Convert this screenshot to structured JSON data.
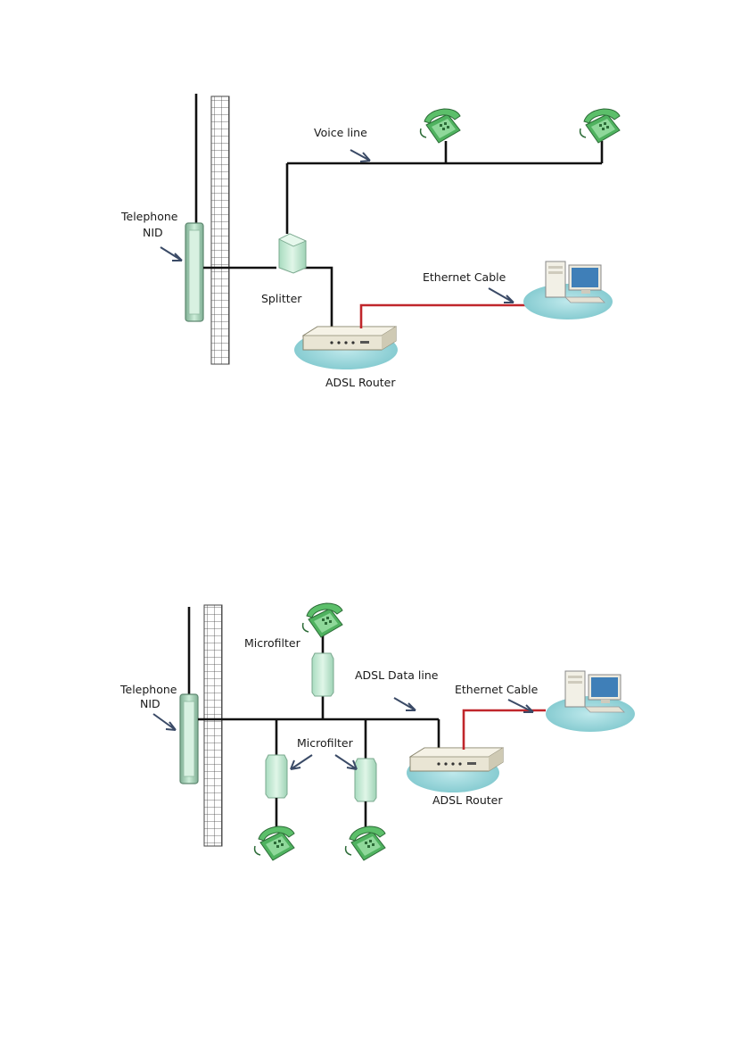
{
  "diagram_top": {
    "labels": {
      "voice_line": "Voice line",
      "telephone_nid_1": "Telephone",
      "telephone_nid_2": "NID",
      "splitter": "Splitter",
      "ethernet_cable": "Ethernet Cable",
      "adsl_router": "ADSL Router"
    }
  },
  "diagram_bottom": {
    "labels": {
      "microfilter_top": "Microfilter",
      "adsl_data_line": "ADSL Data line",
      "ethernet_cable": "Ethernet Cable",
      "telephone_nid_1": "Telephone",
      "telephone_nid_2": "NID",
      "microfilter_mid": "Microfilter",
      "adsl_router": "ADSL Router"
    }
  },
  "colors": {
    "wire": "#111111",
    "ethernet": "#c0262b",
    "device_green": "#bfe8cf",
    "phone_green": "#5cbf6a",
    "pad_teal": "#8fd1d6"
  }
}
